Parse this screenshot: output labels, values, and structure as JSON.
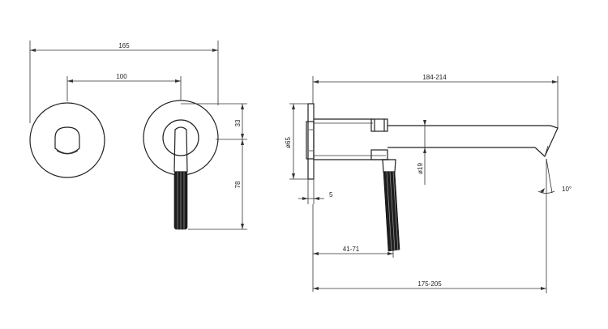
{
  "dimensions": {
    "front_overall_width": "165",
    "front_center_distance": "100",
    "front_top_offset": "33",
    "front_handle_length": "78",
    "side_overall_length": "184-214",
    "side_plate_diameter": "ø65",
    "side_spout_diameter": "ø19",
    "side_plate_thickness": "5",
    "side_handle_offset": "41-71",
    "side_spout_length": "175-205",
    "side_spout_angle": "10°"
  },
  "colors": {
    "line": "#222222",
    "handle": "#1e1e1e",
    "background": "#ffffff"
  }
}
